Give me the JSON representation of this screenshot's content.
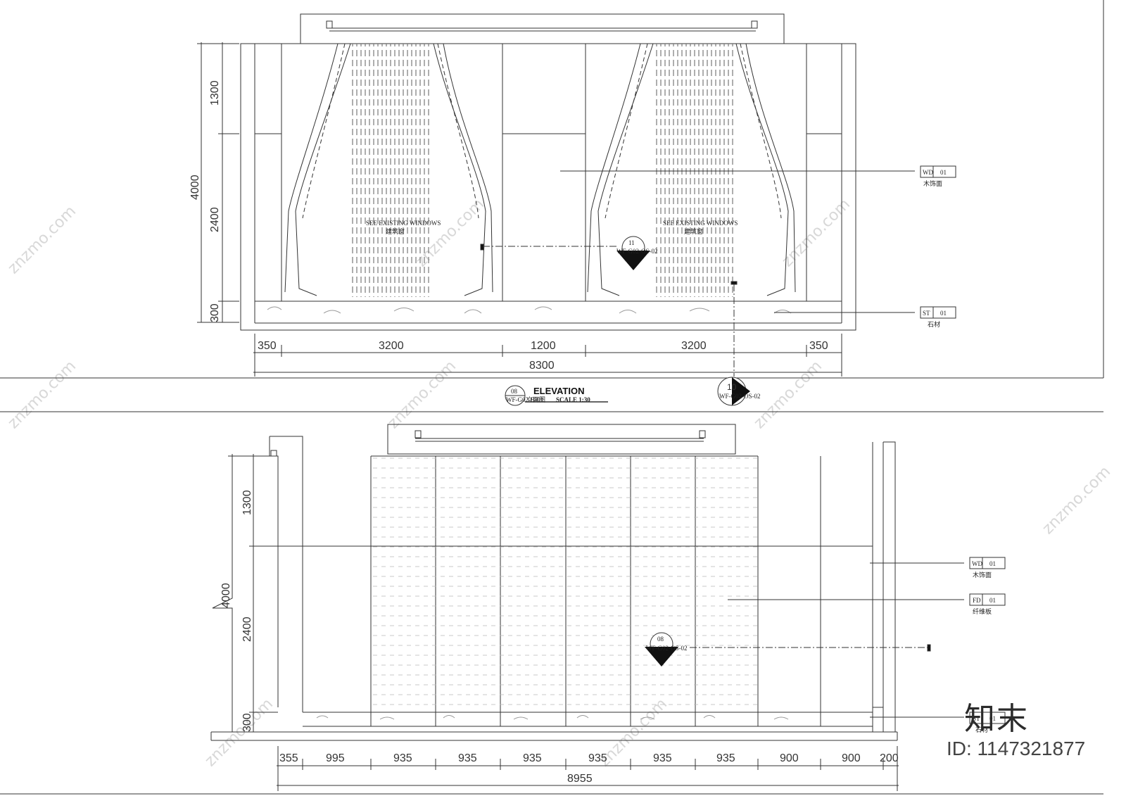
{
  "top_elevation": {
    "vertical_dims": [
      "1300",
      "2400",
      "300"
    ],
    "total_height": "4000",
    "horizontal_dims": [
      "350",
      "3200",
      "1200",
      "3200",
      "350"
    ],
    "total_width": "8300",
    "note_english": "SEE EXISTING WINDOWS",
    "note_chinese": "建筑窗",
    "section_marker": {
      "number": "11",
      "ref": "WF-G02-OS-02"
    },
    "callouts": [
      {
        "code": "WD",
        "num": "01",
        "desc": "木饰面"
      },
      {
        "code": "ST",
        "num": "01",
        "desc": "石材"
      }
    ]
  },
  "title_block": {
    "title": "ELEVATION",
    "subtitle": "立面图",
    "scale": "SCALE 1:30",
    "bubble_number": "08",
    "bubble_ref": "WF-G02-B-01",
    "section_number": "10",
    "section_ref": "WF-G02-OS-02"
  },
  "bottom_elevation": {
    "vertical_dims": [
      "1300",
      "2400",
      "300"
    ],
    "total_height": "4000",
    "horizontal_dims": [
      "355",
      "995",
      "935",
      "935",
      "935",
      "935",
      "935",
      "935",
      "900",
      "900",
      "200"
    ],
    "total_width": "8955",
    "section_marker": {
      "number": "08",
      "ref": "WF-G02-OS-02"
    },
    "callouts": [
      {
        "code": "WD",
        "num": "01",
        "desc": "木饰面"
      },
      {
        "code": "FD",
        "num": "01",
        "desc": "纤维板"
      },
      {
        "code": "ST",
        "num": "01",
        "desc": "石材"
      }
    ]
  },
  "watermark": "znzmo.com",
  "brand": "知末",
  "doc_id": "ID: 1147321877",
  "colors": {
    "line": "#333333",
    "dash": "#666666",
    "watermark": "#d8d8d8"
  }
}
